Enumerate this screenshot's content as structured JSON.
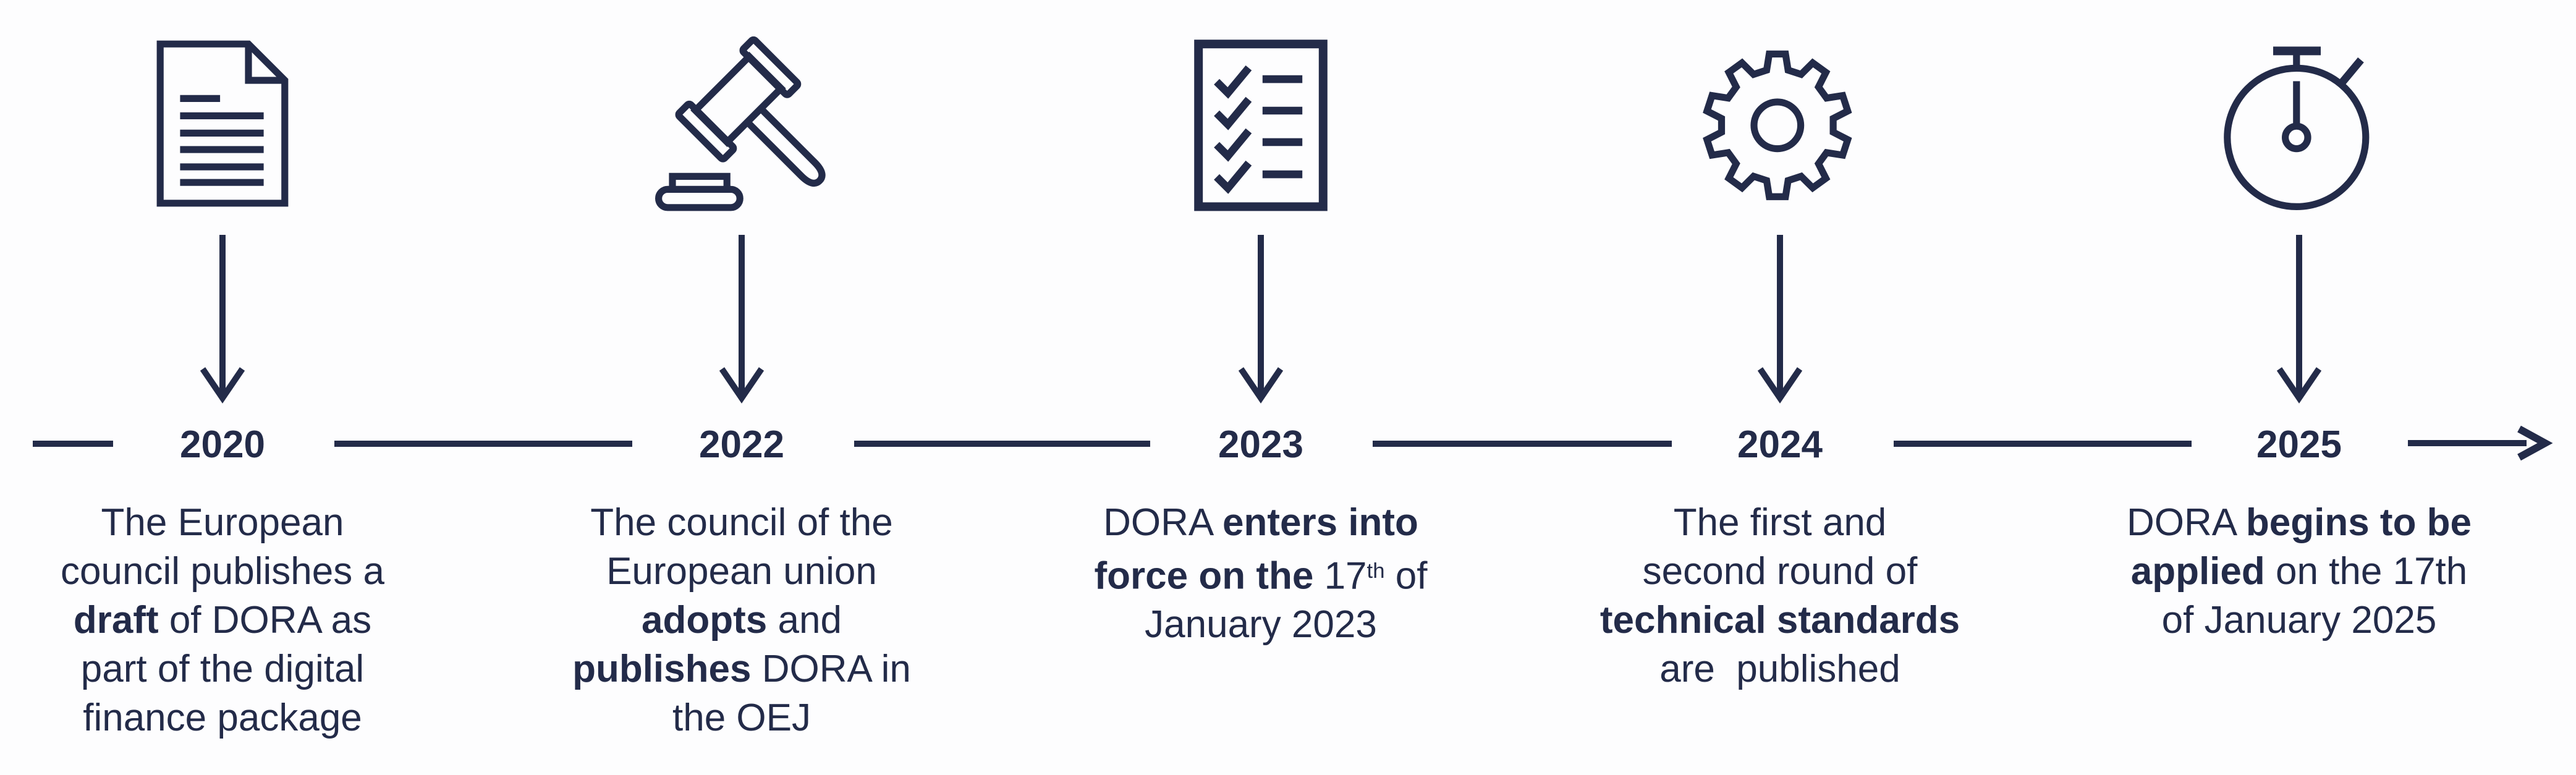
{
  "page": {
    "background": "#fdfdfe",
    "accent": "#232b49",
    "subject": "DORA timeline"
  },
  "milestones": [
    {
      "year": "2020",
      "icon": "document-icon",
      "description_lines": [
        [
          {
            "t": "The European"
          }
        ],
        [
          {
            "t": "council publishes a"
          }
        ],
        [
          {
            "t": "draft",
            "b": true
          },
          {
            "t": " of DORA as"
          }
        ],
        [
          {
            "t": "part of the digital"
          }
        ],
        [
          {
            "t": "finance package"
          }
        ]
      ]
    },
    {
      "year": "2022",
      "icon": "gavel-icon",
      "description_lines": [
        [
          {
            "t": "The council of the"
          }
        ],
        [
          {
            "t": "European union"
          }
        ],
        [
          {
            "t": "adopts",
            "b": true
          },
          {
            "t": " and"
          }
        ],
        [
          {
            "t": "publishes",
            "b": true
          },
          {
            "t": " DORA in"
          }
        ],
        [
          {
            "t": "the OEJ"
          }
        ]
      ]
    },
    {
      "year": "2023",
      "icon": "checklist-icon",
      "description_lines": [
        [
          {
            "t": "DORA "
          },
          {
            "t": "enters into",
            "b": true
          }
        ],
        [
          {
            "t": "force on the",
            "b": true
          },
          {
            "t": " 17"
          },
          {
            "t": "th",
            "sup": true
          },
          {
            "t": " of"
          }
        ],
        [
          {
            "t": "January 2023"
          }
        ]
      ]
    },
    {
      "year": "2024",
      "icon": "gear-icon",
      "description_lines": [
        [
          {
            "t": "The first and"
          }
        ],
        [
          {
            "t": "second round of"
          }
        ],
        [
          {
            "t": "technical standards",
            "b": true
          }
        ],
        [
          {
            "t": "are  published"
          }
        ]
      ]
    },
    {
      "year": "2025",
      "icon": "stopwatch-icon",
      "description_lines": [
        [
          {
            "t": "DORA "
          },
          {
            "t": "begins to be",
            "b": true
          }
        ],
        [
          {
            "t": "applied",
            "b": true
          },
          {
            "t": " on the 17th"
          }
        ],
        [
          {
            "t": "of January 2025"
          }
        ]
      ]
    }
  ]
}
